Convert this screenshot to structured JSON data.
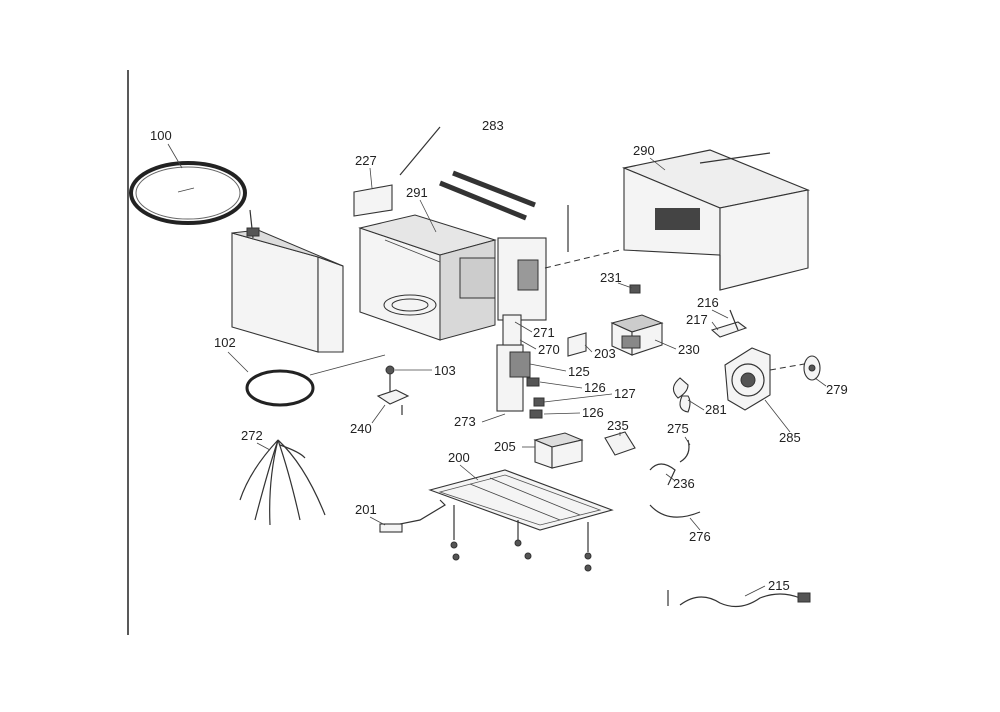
{
  "diagram": {
    "callouts": [
      "100",
      "102",
      "103",
      "125",
      "126",
      "126",
      "127",
      "200",
      "201",
      "203",
      "205",
      "215",
      "216",
      "217",
      "227",
      "230",
      "231",
      "235",
      "236",
      "240",
      "270",
      "271",
      "272",
      "273",
      "275",
      "276",
      "279",
      "281",
      "283",
      "285",
      "290",
      "291"
    ],
    "stroke_color": "#333333",
    "background_color": "#ffffff"
  }
}
